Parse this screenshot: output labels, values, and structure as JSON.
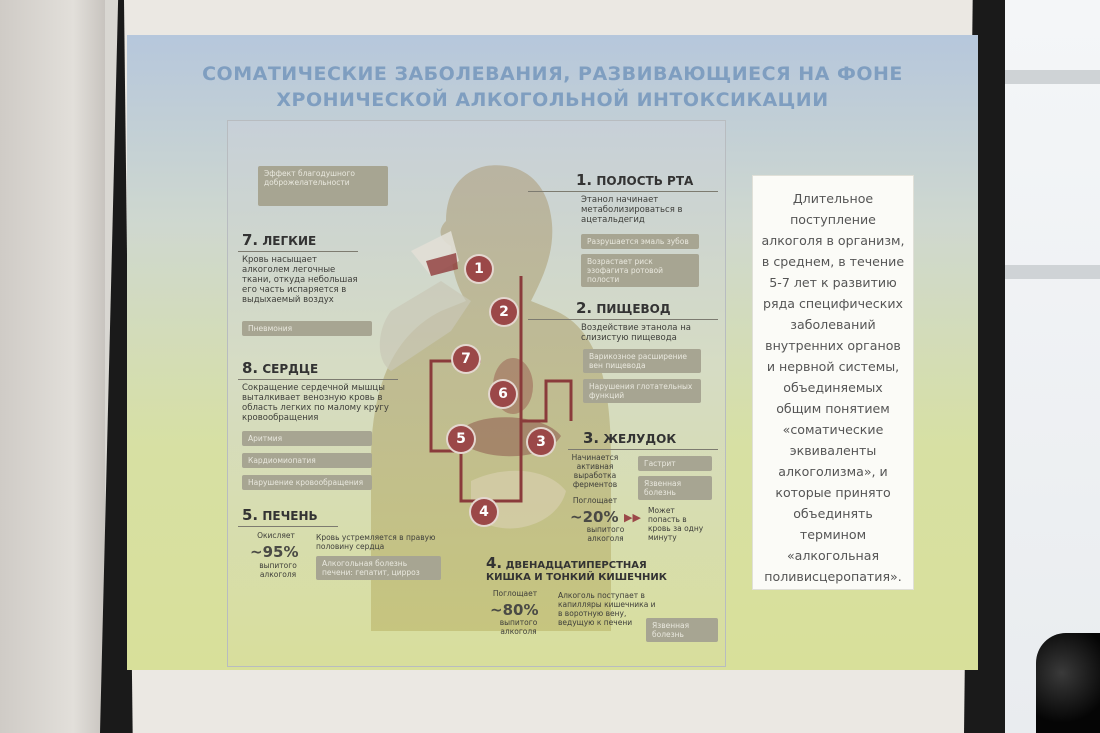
{
  "slide": {
    "title_line1": "СОМАТИЧЕСКИЕ ЗАБОЛЕВАНИЯ, РАЗВИВАЮЩИЕСЯ НА ФОНЕ",
    "title_line2": "ХРОНИЧЕСКОЙ АЛКОГОЛЬНОЙ ИНТОКСИКАЦИИ"
  },
  "infographic": {
    "legend_pill": "Эффект благодушного доброжелательности",
    "sections": {
      "mouth": {
        "num": "1.",
        "title": "ПОЛОСТЬ РТА",
        "text": "Этанол начинает метаболизироваться в ацетальдегид",
        "pill1": "Разрушается эмаль зубов",
        "pill2": "Возрастает риск эзофагита ротовой полости"
      },
      "esophagus": {
        "num": "2.",
        "title": "ПИЩЕВОД",
        "text": "Воздействие этанола на слизистую пищевода",
        "pill1": "Варикозное расширение вен пищевода",
        "pill2": "Нарушения глотательных функций"
      },
      "stomach": {
        "num": "3.",
        "title": "ЖЕЛУДОК",
        "text": "Начинается активная выработка ферментов",
        "pill1": "Гастрит",
        "pill2": "Язвенная болезнь",
        "absorb": "Поглощает",
        "percent": "~20%",
        "of": "выпитого алкоголя",
        "note": "Может попасть в кровь за одну минуту"
      },
      "intestine": {
        "num": "4.",
        "title": "ДВЕНАДЦАТИПЕРСТНАЯ КИШКА И ТОНКИЙ КИШЕЧНИК",
        "absorb": "Поглощает",
        "percent": "~80%",
        "of": "выпитого алкоголя",
        "text": "Алкоголь поступает в капилляры кишечника и в воротную вену, ведущую к печени",
        "pill1": "Язвенная болезнь"
      },
      "liver": {
        "num": "5.",
        "title": "ПЕЧЕНЬ",
        "oxid": "Окисляет",
        "percent": "~95%",
        "of": "выпитого алкоголя",
        "text": "Кровь устремляется в правую половину сердца",
        "pill1": "Алкогольная болезнь печени: гепатит, цирроз"
      },
      "heart": {
        "num": "8.",
        "title": "СЕРДЦЕ",
        "text": "Сокращение сердечной мышцы выталкивает венозную кровь в область легких по малому кругу кровообращения",
        "pill1": "Аритмия",
        "pill2": "Кардиомиопатия",
        "pill3": "Нарушение кровообращения"
      },
      "lungs": {
        "num": "7.",
        "title": "ЛЕГКИЕ",
        "text": "Кровь насыщает алкоголем легочные ткани, откуда небольшая его часть испаряется в выдыхаемый воздух",
        "pill1": "Пневмония"
      }
    },
    "markers": [
      "1",
      "2",
      "3",
      "4",
      "5",
      "6",
      "7"
    ]
  },
  "note": {
    "text": "Длительное поступление алкоголя в организм, в среднем, в течение 5-7 лет к развитию ряда специфических заболеваний внутренних органов и нервной системы, объединяемых общим понятием «соматические эквиваленты алкоголизма», и которые принято объединять термином «алкогольная поливисцеропатия»."
  },
  "colors": {
    "title": "#7f9ec0",
    "marker": "#9b4848",
    "pill": "#a7a592",
    "slide_top": "#b6c7dc",
    "slide_bottom": "#d8e09a"
  }
}
